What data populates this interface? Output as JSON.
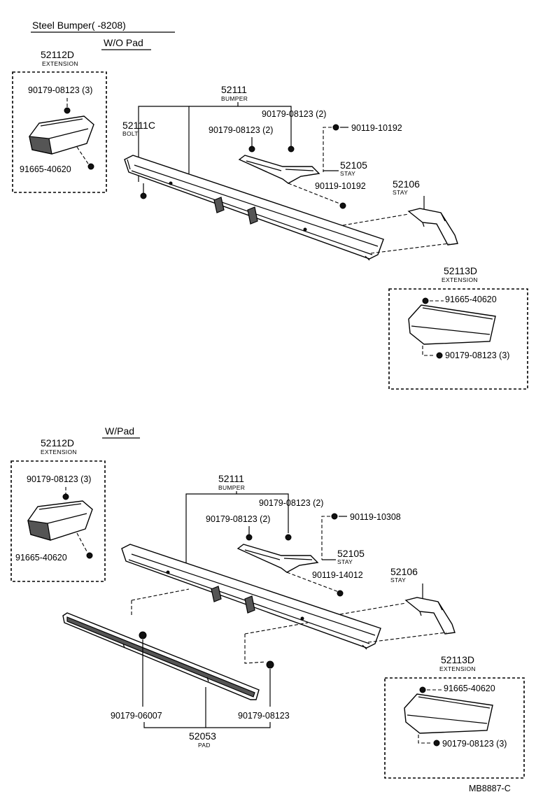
{
  "header": {
    "title": "Steel Bumper(        -8208)",
    "section_wo": "W/O Pad",
    "section_w": "W/Pad"
  },
  "top": {
    "ext_left": {
      "num": "52112D",
      "name": "EXTENSION",
      "bolt1": "90179-08123 (3)",
      "bolt2": "91665-40620"
    },
    "bumper": {
      "num": "52111",
      "name": "BUMPER"
    },
    "bolt": {
      "num": "52111C",
      "name": "BOLT"
    },
    "p1": "90179-08123 (2)",
    "p2": "90179-08123 (2)",
    "p3": "90119-10192",
    "stay1": {
      "num": "52105",
      "name": "STAY"
    },
    "p4": "90119-10192",
    "stay2": {
      "num": "52106",
      "name": "STAY"
    },
    "ext_right": {
      "num": "52113D",
      "name": "EXTENSION",
      "bolt1": "91665-40620",
      "bolt2": "90179-08123 (3)"
    }
  },
  "bottom": {
    "ext_left": {
      "num": "52112D",
      "name": "EXTENSION",
      "bolt1": "90179-08123 (3)",
      "bolt2": "91665-40620"
    },
    "bumper": {
      "num": "52111",
      "name": "BUMPER"
    },
    "p1": "90179-08123 (2)",
    "p2": "90179-08123 (2)",
    "p3": "90119-10308",
    "stay1": {
      "num": "52105",
      "name": "STAY"
    },
    "p4": "90119-14012",
    "stay2": {
      "num": "52106",
      "name": "STAY"
    },
    "pad_bolt1": "90179-06007",
    "pad_bolt2": "90179-08123",
    "pad": {
      "num": "52053",
      "name": "PAD"
    },
    "ext_right": {
      "num": "52113D",
      "name": "EXTENSION",
      "bolt1": "91665-40620",
      "bolt2": "90179-08123 (3)"
    }
  },
  "footer": {
    "code": "MB8887-C"
  }
}
